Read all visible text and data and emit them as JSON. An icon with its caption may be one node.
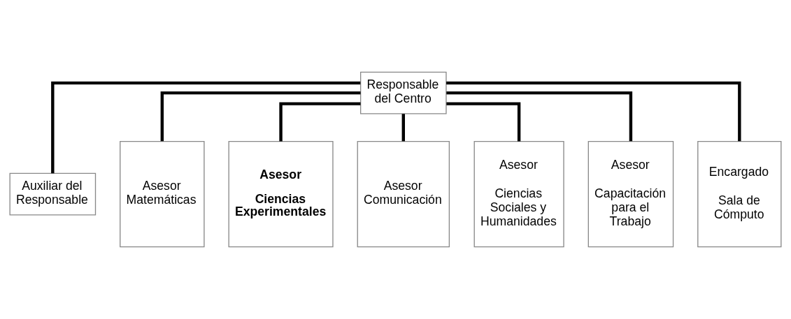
{
  "diagram": {
    "nodes": [
      {
        "text": [
          "Responsable del Centro"
        ]
      },
      {
        "text": [
          "Auxiliar del Responsable"
        ]
      },
      {
        "text": [
          "Asesor Matemáticas"
        ]
      },
      {
        "text": [
          "Asesor",
          "Ciencias Experimentales"
        ]
      },
      {
        "text": [
          "Asesor Comunicación"
        ]
      },
      {
        "text": [
          "Asesor",
          "Ciencias Sociales y Humanidades"
        ]
      },
      {
        "text": [
          "Asesor",
          "Capacitación para el Trabajo"
        ]
      },
      {
        "text": [
          "Encargado",
          "Sala de Cómputo"
        ]
      }
    ],
    "edges": [
      {
        "from": 0,
        "to": 1,
        "arrow": "none"
      },
      {
        "from": 0,
        "to": 2,
        "arrow": "none"
      },
      {
        "from": 0,
        "to": 3,
        "arrow": "none"
      },
      {
        "from": 0,
        "to": 4,
        "arrow": "none"
      },
      {
        "from": 0,
        "to": 5,
        "arrow": "none"
      },
      {
        "from": 0,
        "to": 6,
        "arrow": "none"
      },
      {
        "from": 0,
        "to": 7,
        "arrow": "none"
      }
    ]
  }
}
